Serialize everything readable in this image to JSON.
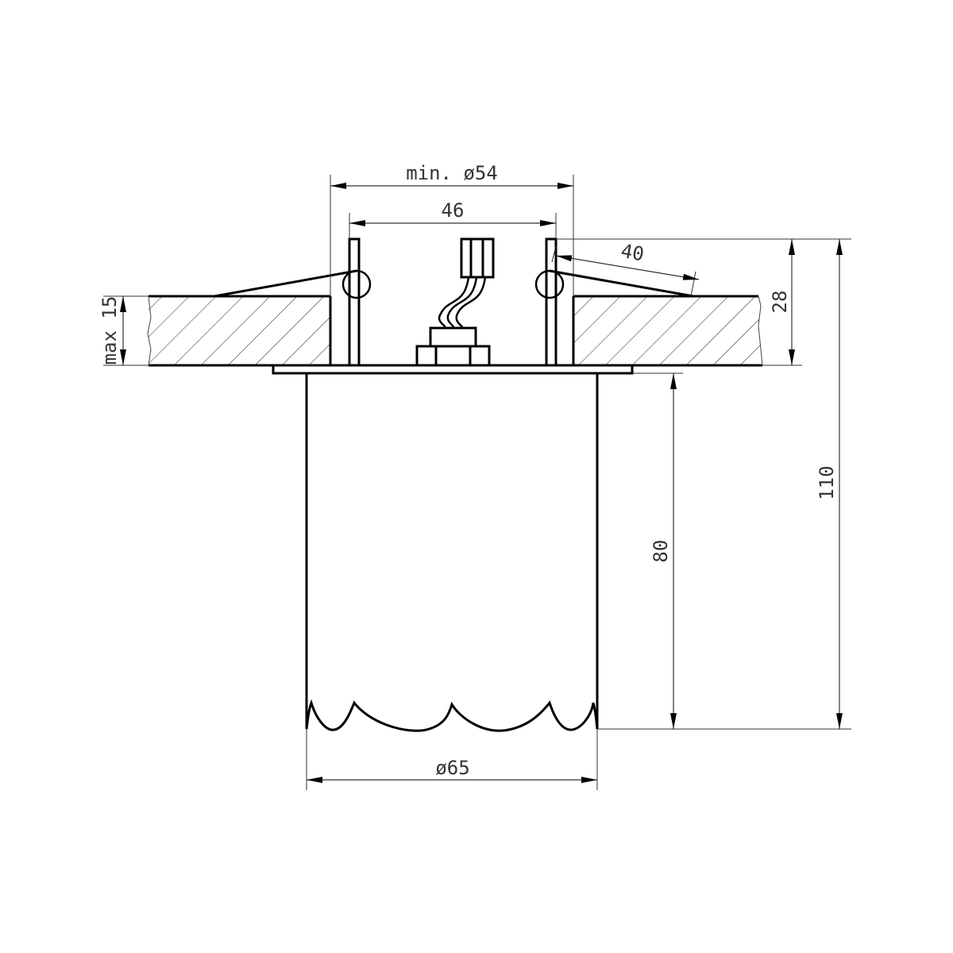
{
  "drawing": {
    "subject": "Recessed ceiling downlight, side section view",
    "units": "mm",
    "stroke_color": "#000000",
    "dimension_color": "#333333"
  },
  "dimensions": {
    "cutout_diameter": {
      "label": "min. ø54",
      "value": 54,
      "qualifier": "min"
    },
    "clip_spacing": {
      "label": "46",
      "value": 46
    },
    "spring_reach": {
      "label": "40",
      "value": 40
    },
    "ceiling_thickness": {
      "label": "max 15",
      "value": 15,
      "qualifier": "max"
    },
    "recess_depth": {
      "label": "28",
      "value": 28
    },
    "body_height": {
      "label": "80",
      "value": 80
    },
    "total_height": {
      "label": "110",
      "value": 110
    },
    "body_diameter": {
      "label": "ø65",
      "value": 65
    }
  }
}
